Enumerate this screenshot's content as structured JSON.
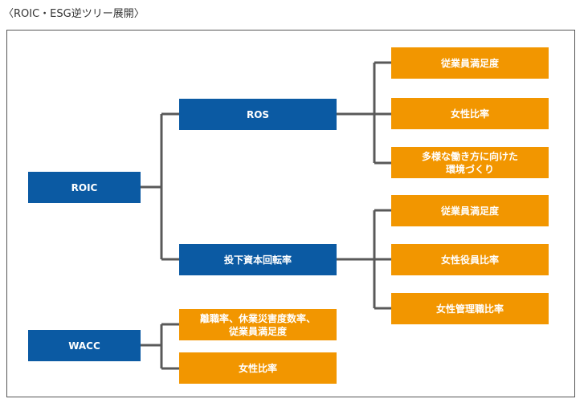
{
  "caption": "〈ROIC・ESG逆ツリー展開〉",
  "colors": {
    "blue": "#0b5aa3",
    "orange": "#f29600",
    "line": "#595959"
  },
  "nodes": {
    "roic": "ROIC",
    "wacc": "WACC",
    "ros": "ROS",
    "capital_turnover": "投下資本回転率",
    "ros_children": [
      "従業員満足度",
      "女性比率",
      "多様な働き方に向けた\n環境づくり"
    ],
    "turnover_children": [
      "従業員満足度",
      "女性役員比率",
      "女性管理職比率"
    ],
    "wacc_children": [
      "離職率、休業災害度数率、\n従業員満足度",
      "女性比率"
    ]
  }
}
